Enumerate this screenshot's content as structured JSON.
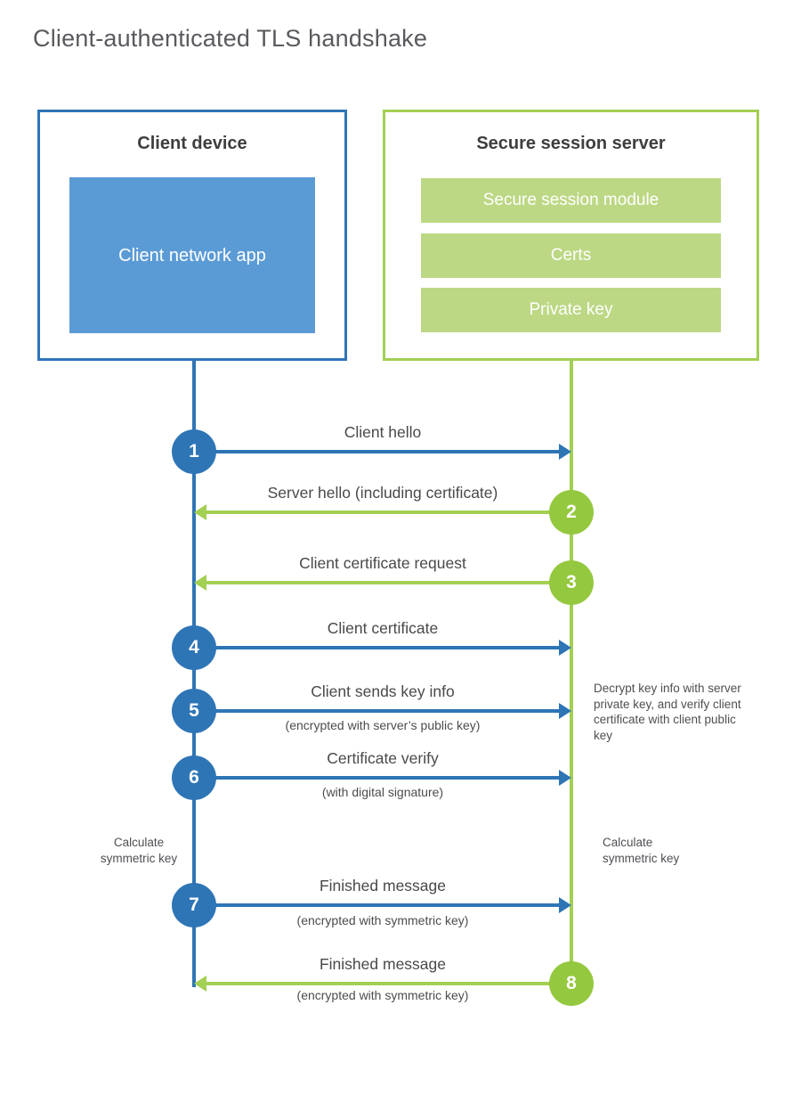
{
  "page": {
    "title": "Client-authenticated TLS handshake"
  },
  "client_box": {
    "title": "Client device",
    "app_label": "Client network app"
  },
  "server_box": {
    "title": "Secure session server",
    "modules": [
      "Secure session module",
      "Certs",
      "Private key"
    ]
  },
  "steps": [
    {
      "num": "1",
      "label": "Client hello",
      "direction": "client-to-server"
    },
    {
      "num": "2",
      "label": "Server hello (including certificate)",
      "direction": "server-to-client"
    },
    {
      "num": "3",
      "label": "Client certificate request",
      "direction": "server-to-client"
    },
    {
      "num": "4",
      "label": "Client certificate",
      "direction": "client-to-server"
    },
    {
      "num": "5",
      "label": "Client sends key info",
      "sub": "(encrypted with server’s public key)",
      "direction": "client-to-server"
    },
    {
      "num": "6",
      "label": "Certificate verify",
      "sub": "(with digital signature)",
      "direction": "client-to-server"
    },
    {
      "num": "7",
      "label": "Finished message",
      "sub": "(encrypted with symmetric key)",
      "direction": "client-to-server"
    },
    {
      "num": "8",
      "label": "Finished message",
      "sub": "(encrypted with symmetric key)",
      "direction": "server-to-client"
    }
  ],
  "annotations": {
    "decrypt_note": "Decrypt key info with server private key, and verify client certificate with client public key",
    "calculate_left": "Calculate symmetric key",
    "calculate_right": "Calculate symmetric key"
  },
  "colors": {
    "client_line": "#2e75b6",
    "client_fill": "#5b9bd5",
    "server_line": "#a3cf52",
    "server_circle": "#94c83e",
    "server_fill": "#bcd884",
    "heading_text": "#3d3e40",
    "label_text": "#48494b",
    "title_text": "#595a5e"
  }
}
